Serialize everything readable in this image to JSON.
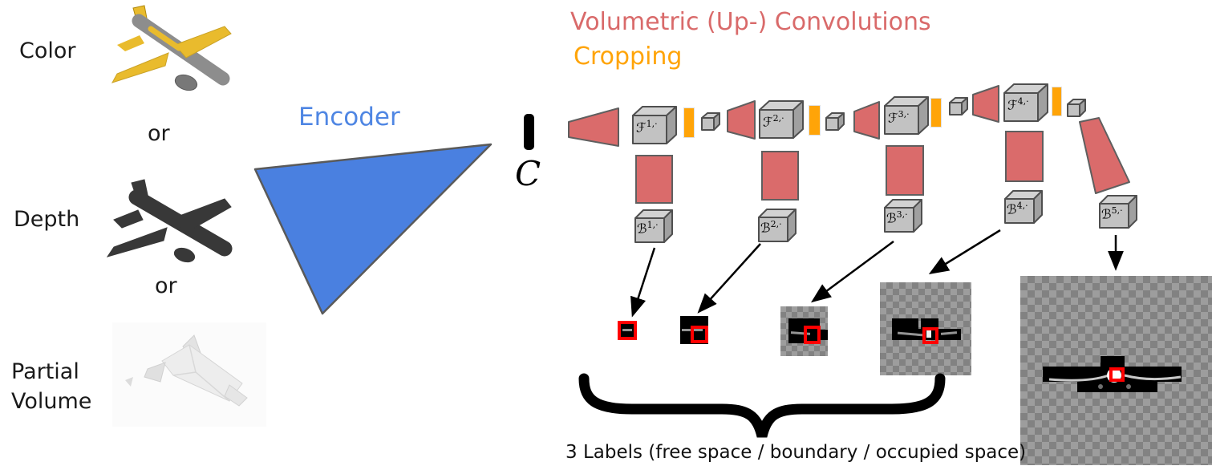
{
  "figure": {
    "inputs": {
      "color_label": "Color",
      "or_label_1": "or",
      "depth_label": "Depth",
      "or_label_2": "or",
      "partial_volume_line1": "Partial",
      "partial_volume_line2": "Volume"
    },
    "encoder": {
      "label": "Encoder",
      "latent_symbol": "C"
    },
    "decoder": {
      "title": "Volumetric (Up-) Convolutions",
      "cropping_label": "Cropping",
      "feature_symbol": "ℱ",
      "boundary_symbol": "ℬ",
      "feature_superscripts": [
        "1,·",
        "2,·",
        "3,·",
        "4,·"
      ],
      "boundary_superscripts": [
        "1,·",
        "2,·",
        "3,·",
        "4,·",
        "5,·"
      ]
    },
    "caption": "3 Labels (free space / boundary / occupied space)",
    "colors": {
      "convolution_red": "#da6b6b",
      "cropping_orange": "#ffa408",
      "encoder_blue": "#4a80e0",
      "encoder_text_blue": "#4f86e3",
      "title_red": "#d96a6a",
      "cube_gray": "#c2c2c2",
      "highlight_box_red": "#ff0000"
    }
  }
}
